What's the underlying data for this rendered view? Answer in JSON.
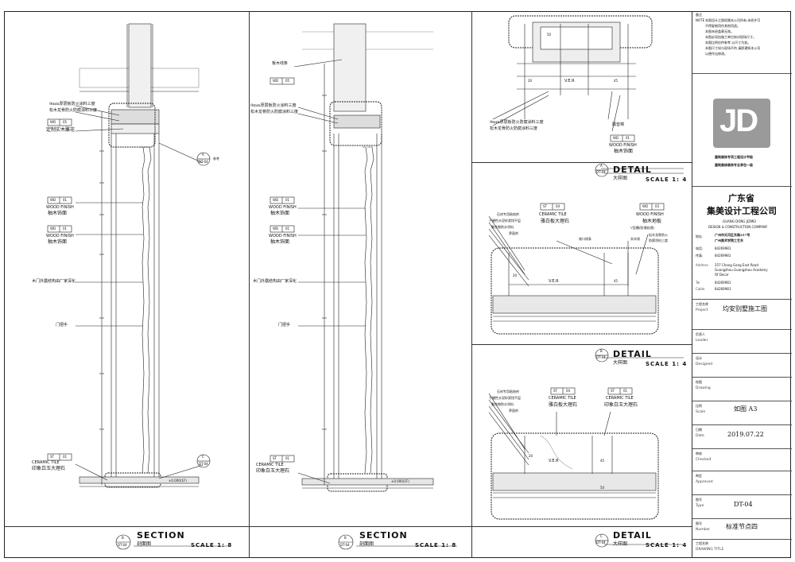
{
  "section1": {
    "title": "SECTION",
    "subtitle": "剖面图",
    "scale": "SCALE 1: 8",
    "ref_num": "B",
    "ref_sheet": "DT-04",
    "labels": [
      "9mm厚层板防火涂料三度",
      "松木龙骨防火防腐涂料三度",
      "定制实木雕花",
      "WOOD FINISH",
      "柚木饰面",
      "WOOD FINISH",
      "柚木饰面",
      "木门外露结构由厂家深化",
      "门把手",
      "CERAMIC TILE",
      "印象白玉大理石",
      "参考"
    ],
    "tags": [
      "WD",
      "05",
      "WD",
      "01",
      "WD",
      "01",
      "ST",
      "01"
    ],
    "callout_a": "A",
    "callout_a_sheet": "DT-04",
    "callout_c": "C",
    "callout_c_sheet": "DT-04",
    "level": "±0.000(1F)"
  },
  "section2": {
    "title": "SECTION",
    "subtitle": "剖面图",
    "scale": "SCALE 1: 8",
    "ref_num": "B",
    "ref_sheet": "DT-04",
    "labels": [
      "板木线条",
      "9mm厚层板防火涂料三度",
      "松木龙骨防火防腐涂料三度",
      "WOOD FINISH",
      "柚木饰面",
      "WOOD FINISH",
      "柚木饰面",
      "木门外露结构由厂家深化",
      "门把手",
      "CERAMIC TILE",
      "印象白玉大理石"
    ],
    "tags": [
      "WD",
      "05",
      "WD",
      "01",
      "WD",
      "01",
      "ST",
      "01"
    ],
    "level": "±0.000(1F)"
  },
  "detail_a": {
    "title": "DETAIL",
    "subtitle": "大样图",
    "scale": "SCALE 1: 4",
    "ref_num": "A",
    "ref_sheet": "DT-04",
    "labels": [
      "9mm厚层板防火防腐涂料三度",
      "松木龙骨防火防腐涂料三度",
      "隔音棉",
      "WOOD FINISH",
      "柚木饰面"
    ],
    "tag": [
      "WD",
      "01"
    ],
    "dims": [
      "50",
      "45",
      "20",
      "V.E.R"
    ]
  },
  "detail_b": {
    "title": "DETAIL",
    "subtitle": "大样图",
    "scale": "SCALE 1: 4",
    "ref_num": "B",
    "ref_sheet": "DT-04",
    "labels": [
      "石材专用粘结剂",
      "干硬性水泥砂浆找平层",
      "聚合物防水涂料",
      "界面剂",
      "CERAMIC TILE",
      "雅白板大理石",
      "WOOD FINISH",
      "柚木地板",
      "收口线条",
      "V型槽(防潮处理)",
      "实木线",
      "松木龙骨防火",
      "防腐涂料三度"
    ],
    "tags": [
      "ST",
      "04",
      "WD",
      "03"
    ],
    "dims": [
      "20",
      "45",
      "V.E.R"
    ]
  },
  "detail_c": {
    "title": "DETAIL",
    "subtitle": "大样图",
    "scale": "SCALE 1: 4",
    "ref_num": "C",
    "ref_sheet": "DT-04",
    "labels": [
      "石材专用粘结剂",
      "干硬性水泥砂浆找平层",
      "聚合物防水涂料",
      "界面剂",
      "CERAMIC TILE",
      "雅白板大理石",
      "CERAMIC TILE",
      "印象白玉大理石"
    ],
    "tags": [
      "ST",
      "04",
      "ST",
      "01"
    ],
    "dims": [
      "20",
      "45",
      "50",
      "V.E.R"
    ]
  },
  "title_block": {
    "notes_head": "备注",
    "notes_sub": "NOTE",
    "notes": [
      "本图设计之版权属本公司所有,未经许可",
      "不得复制用作其他用途。",
      "本图未经盖章无效。",
      "本图必须由施工单位核对现场尺寸。",
      "本图比例仅供参考,以尺寸为准。",
      "本图尺寸如与现场不符,请即通知本公司",
      "以便作出修改。"
    ],
    "logo": "JD",
    "cert1": "建筑装饰专项工程设计甲级",
    "cert2": "建筑装修装饰专业承包一级",
    "province": "广东省",
    "company": "集美设计工程公司",
    "company_en1": "GUANG DONG JIZMEI",
    "company_en2": "DESIGN & CONSTRUCTION COMPANY",
    "addr_label": "地址:",
    "addr1": "广州市天河区东路257号",
    "addr2": "广州美术学院工艺东",
    "tel_label": "电话:",
    "tel": "84269981",
    "fax_label": "传真:",
    "fax": "84269981",
    "addr_en_label": "Address",
    "addr_en1": "257 Chang Gang East Road",
    "addr_en2": "Guangzhou Guangzhou Academy",
    "addr_en3": "Of Decor",
    "tel_en_label": "Tel",
    "tel_en": "84269981",
    "fax_en_label": "Cable",
    "fax_en": "84269981",
    "rows": [
      {
        "cn": "工程名称",
        "en": "Project",
        "value": "均安别墅施工图"
      },
      {
        "cn": "负责人",
        "en": "Leader",
        "value": ""
      },
      {
        "cn": "设计",
        "en": "Designed",
        "value": ""
      },
      {
        "cn": "绘图",
        "en": "Drawing",
        "value": ""
      },
      {
        "cn": "比例",
        "en": "Scale",
        "value": "如图 A3"
      },
      {
        "cn": "日期",
        "en": "Date",
        "value": "2019.07.22"
      },
      {
        "cn": "审核",
        "en": "Checked",
        "value": ""
      },
      {
        "cn": "审定",
        "en": "Approved",
        "value": ""
      },
      {
        "cn": "图号",
        "en": "Type",
        "value": "DT-04"
      },
      {
        "cn": "图号",
        "en": "Number",
        "value": "标准节点四"
      },
      {
        "cn": "工程名称",
        "en": "DRAWING TITLE",
        "value": ""
      }
    ]
  }
}
